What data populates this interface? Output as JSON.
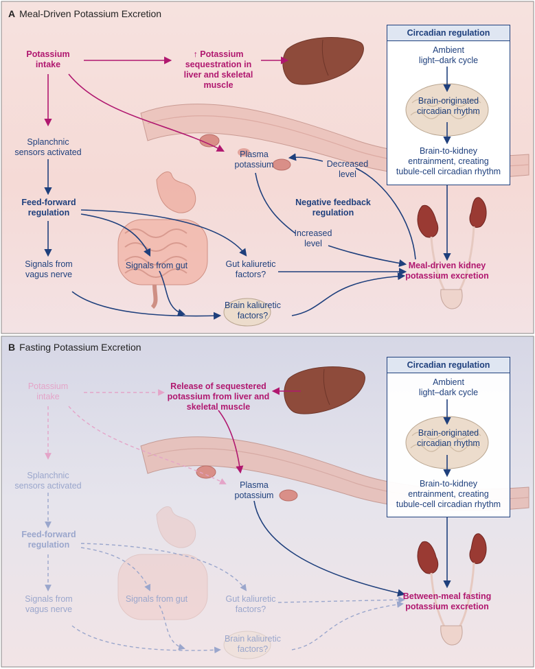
{
  "panel_a": {
    "letter": "A",
    "title": "Meal-Driven Potassium Excretion",
    "potassium_intake": [
      "Potassium",
      "intake"
    ],
    "sequestration": [
      "↑ Potassium",
      "sequestration in",
      "liver and skeletal",
      "muscle"
    ],
    "splanchnic": [
      "Splanchnic",
      "sensors activated"
    ],
    "feed_forward": [
      "Feed-forward",
      "regulation"
    ],
    "signals_vagus": [
      "Signals from",
      "vagus nerve"
    ],
    "signals_gut": "Signals from gut",
    "gut_kaliuretic": [
      "Gut kaliuretic",
      "factors?"
    ],
    "brain_kaliuretic": [
      "Brain kaliuretic",
      "factors?"
    ],
    "plasma_potassium": [
      "Plasma",
      "potassium"
    ],
    "decreased_level": [
      "Decreased",
      "level"
    ],
    "increased_level": [
      "Increased",
      "level"
    ],
    "negative_feedback": [
      "Negative feedback",
      "regulation"
    ],
    "kidney_excretion": [
      "Meal-driven kidney",
      "potassium excretion"
    ],
    "circadian": {
      "header": "Circadian regulation",
      "ambient": [
        "Ambient",
        "light–dark cycle"
      ],
      "brain_rhythm": [
        "Brain-originated",
        "circadian rhythm"
      ],
      "entrainment": [
        "Brain-to-kidney",
        "entrainment, creating",
        "tubule-cell circadian rhythm"
      ]
    }
  },
  "panel_b": {
    "letter": "B",
    "title": "Fasting Potassium Excretion",
    "potassium_intake": [
      "Potassium",
      "intake"
    ],
    "release": [
      "Release of sequestered",
      "potassium from liver and",
      "skeletal muscle"
    ],
    "splanchnic": [
      "Splanchnic",
      "sensors activated"
    ],
    "feed_forward": [
      "Feed-forward",
      "regulation"
    ],
    "signals_vagus": [
      "Signals from",
      "vagus nerve"
    ],
    "signals_gut": "Signals from gut",
    "gut_kaliuretic": [
      "Gut kaliuretic",
      "factors?"
    ],
    "brain_kaliuretic": [
      "Brain kaliuretic",
      "factors?"
    ],
    "plasma_potassium": [
      "Plasma",
      "potassium"
    ],
    "kidney_excretion": [
      "Between-meal fasting",
      "potassium excretion"
    ],
    "circadian": {
      "header": "Circadian regulation",
      "ambient": [
        "Ambient",
        "light–dark cycle"
      ],
      "brain_rhythm": [
        "Brain-originated",
        "circadian rhythm"
      ],
      "entrainment": [
        "Brain-to-kidney",
        "entrainment, creating",
        "tubule-cell circadian rhythm"
      ]
    }
  },
  "colors": {
    "navy": "#1e3f7c",
    "magenta": "#b0176f",
    "liver": "#8e4b3b",
    "kidney": "#9a3a33",
    "panel_a_bg": "#f4dcda",
    "panel_b_bg": "#dcdde9",
    "vessel": "#e8c3bd"
  }
}
